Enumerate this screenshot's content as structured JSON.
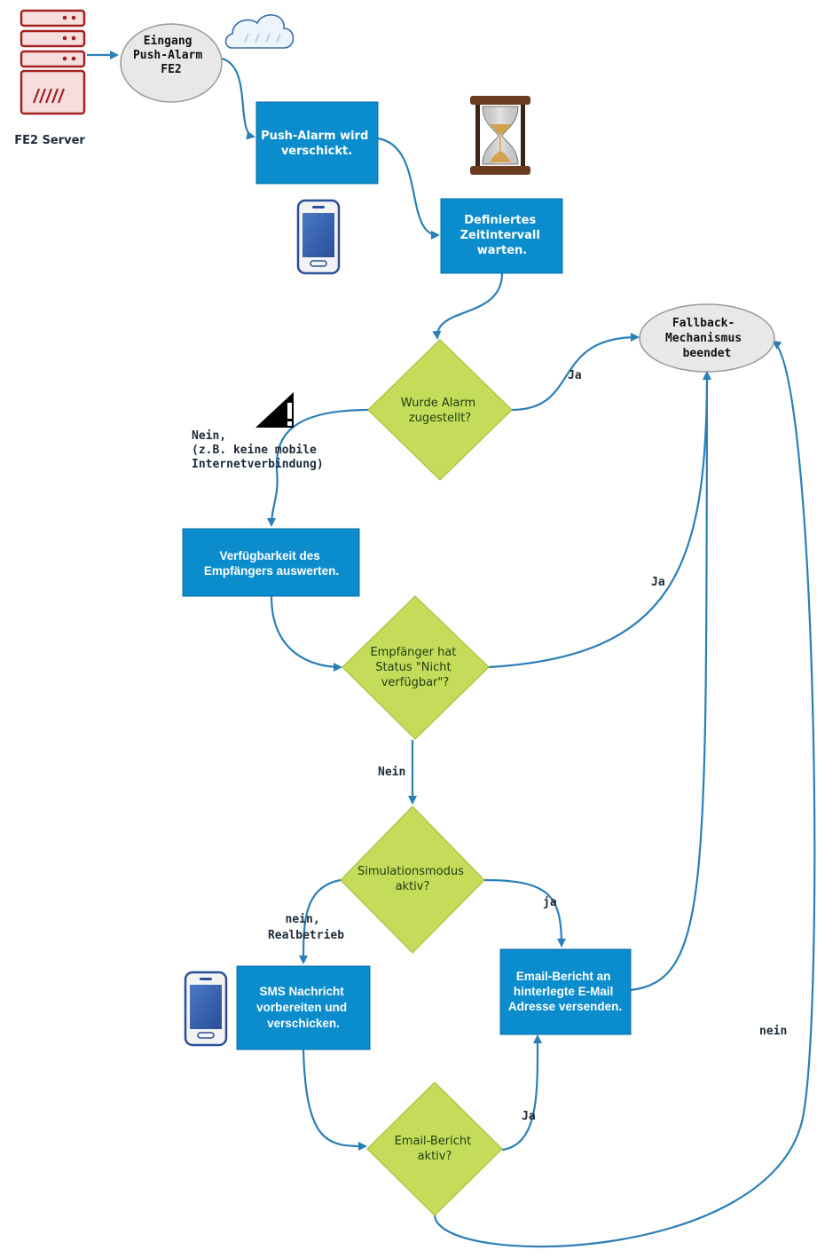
{
  "server": {
    "label": "FE2 Server",
    "icon": "server-icon"
  },
  "nodes": {
    "eingang": [
      "Eingang",
      "Push-Alarm",
      "FE2"
    ],
    "push_sent": [
      "Push-Alarm wird",
      "verschickt."
    ],
    "wait": [
      "Definiertes",
      "Zeitintervall",
      "warten."
    ],
    "fallback_end": [
      "Fallback-",
      "Mechanismus",
      "beendet"
    ],
    "delivered_q": [
      "Wurde Alarm",
      "zugestellt?"
    ],
    "availability": [
      "Verfügbarkeit des",
      "Empfängers auswerten."
    ],
    "status_q": [
      "Empfänger hat",
      "Status \"Nicht",
      "verfügbar\"?"
    ],
    "simulation_q": [
      "Simulationsmodus",
      "aktiv?"
    ],
    "sms": [
      "SMS Nachricht",
      "vorbereiten und",
      "verschicken."
    ],
    "email_send": [
      "Email-Bericht an",
      "hinterlegte E-Mail",
      "Adresse versenden."
    ],
    "email_q": [
      "Email-Bericht",
      "aktiv?"
    ]
  },
  "edge_labels": {
    "ja_delivered": "Ja",
    "nein_delivered": [
      "Nein,",
      "(z.B. keine mobile",
      "Internetverbindung)"
    ],
    "ja_status": "Ja",
    "nein_status": "Nein",
    "ja_simulation": "ja",
    "nein_simulation": [
      "nein,",
      "Realbetrieb"
    ],
    "ja_email": "Ja",
    "nein_email": "nein"
  },
  "icons": [
    "server-icon",
    "cloud-icon",
    "hourglass-icon",
    "smartphone-icon",
    "no-signal-icon"
  ],
  "colors": {
    "process": "#0a8ccd",
    "decision": "#c4dc5a",
    "terminator": "#e8e8e8",
    "edge": "#2a7fb6",
    "server": "#a32020"
  }
}
